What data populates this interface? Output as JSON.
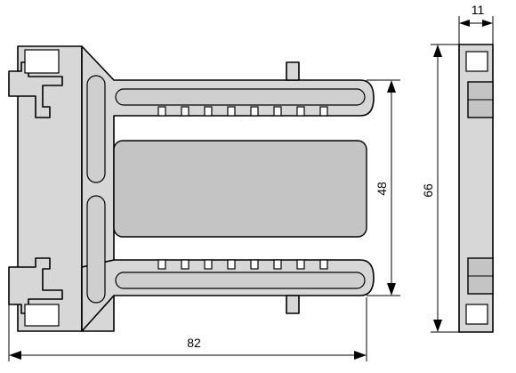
{
  "dimensions": {
    "width_overall": "82",
    "height_inner": "48",
    "height_side": "66",
    "depth_side": "11"
  },
  "colors": {
    "part_fill": "#d7d7d7",
    "inner_fill": "#c4c4c4",
    "line": "#000000",
    "background": "#ffffff"
  }
}
